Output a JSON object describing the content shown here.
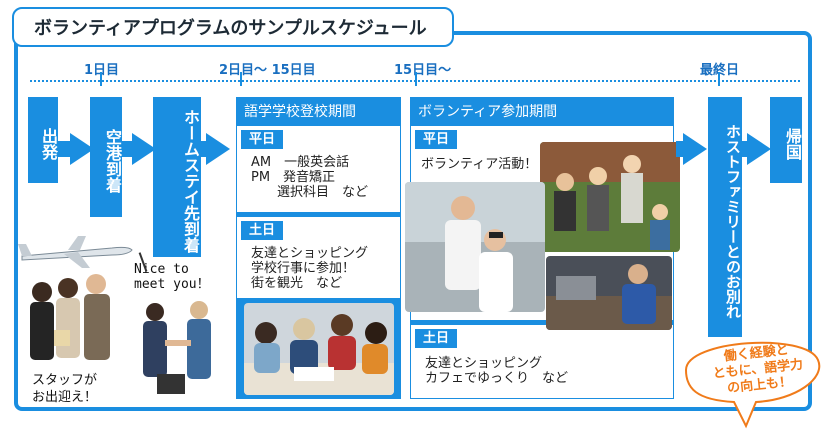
{
  "title": "ボランティアプログラムのサンプルスケジュール",
  "timeline": {
    "day1": "1日目",
    "day2to15": "2日目〜 15日目",
    "day15on": "15日目〜",
    "last": "最終日"
  },
  "steps": {
    "depart": "出発",
    "arrive_airport": "空港到着",
    "arrive_homestay": "ホームステイ先到着",
    "farewell": "ホストファミリーとのお別れ",
    "return": "帰国"
  },
  "school": {
    "header": "語学学校登校期間",
    "weekday_tag": "平日",
    "weekday_lines": [
      "AM　一般英会話",
      "PM　発音矯正",
      "　　選択科目　など"
    ],
    "weekend_tag": "土日",
    "weekend_lines": [
      "友達とショッピング",
      "学校行事に参加！",
      "街を観光　など"
    ]
  },
  "volunteer": {
    "header": "ボランティア参加期間",
    "weekday_tag": "平日",
    "weekday_text": "ボランティア活動！",
    "weekend_tag": "土日",
    "weekend_lines": [
      "友達とショッピング",
      "カフェでゆっくり　など"
    ]
  },
  "arrival": {
    "speech_line1": "Nice to",
    "speech_line2": "meet you！",
    "caption_line1": "スタッフが",
    "caption_line2": "お出迎え！"
  },
  "badge": {
    "line1": "働く経験と",
    "line2": "ともに、語学力",
    "line3": "の向上も！"
  },
  "colors": {
    "accent": "#1a8ee0",
    "badge": "#f07b1a"
  }
}
